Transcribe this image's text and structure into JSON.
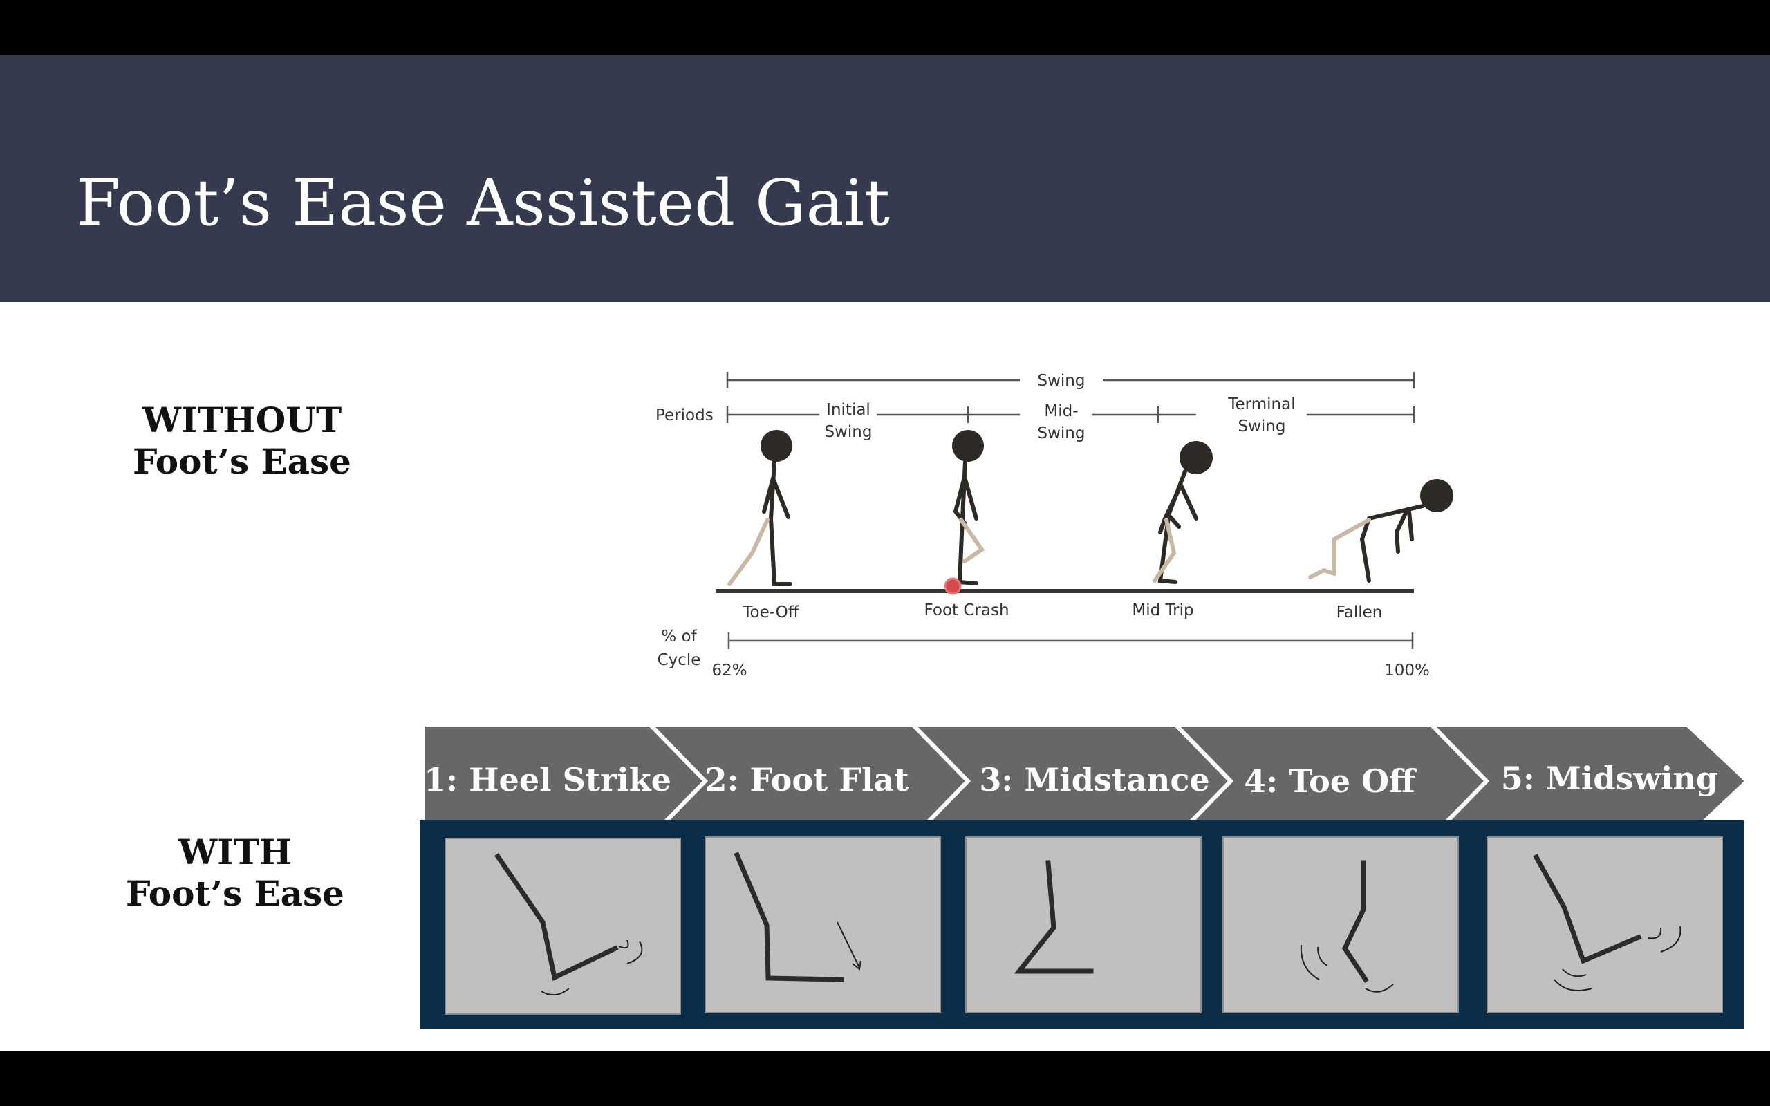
{
  "slide": {
    "title": "Foot’s Ease Assisted Gait"
  },
  "labels": {
    "without_line1": "WITHOUT",
    "without_line2": "Foot’s Ease",
    "with_line1": "WITH",
    "with_line2": "Foot’s Ease"
  },
  "gait_diagram": {
    "swing_label": "Swing",
    "periods_label": "Periods",
    "initial_swing_line1": "Initial",
    "initial_swing_line2": "Swing",
    "mid_swing_line1": "Mid-",
    "mid_swing_line2": "Swing",
    "terminal_swing_line1": "Terminal",
    "terminal_swing_line2": "Swing",
    "events": [
      "Toe-Off",
      "Foot Crash",
      "Mid Trip",
      "Fallen"
    ],
    "cycle_label_line1": "% of",
    "cycle_label_line2": "Cycle",
    "cycle_start": "62%",
    "cycle_end": "100%"
  },
  "phases": [
    "1: Heel Strike",
    "2: Foot Flat",
    "3: Midstance",
    "4: Toe Off",
    "5: Midswing"
  ],
  "colors": {
    "title_bar": "#353a4e",
    "chevron": "#676767",
    "panel_frame": "#0c2d48",
    "panel": "#c0c0c0"
  }
}
